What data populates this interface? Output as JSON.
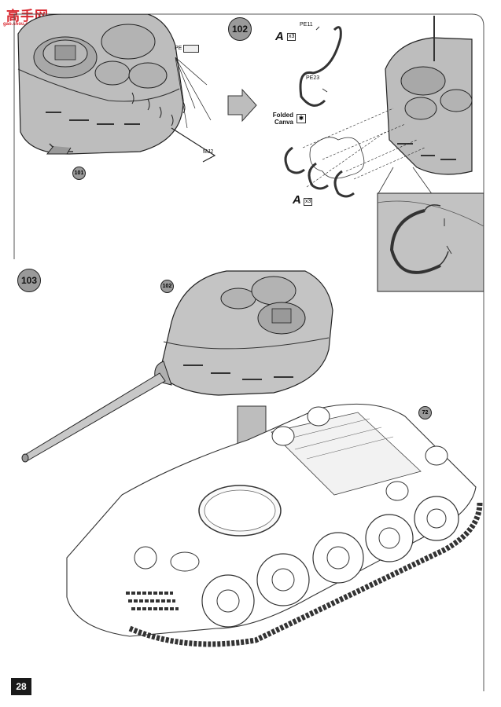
{
  "page": {
    "number": "28"
  },
  "logo": {
    "main": "高手网",
    "sub": "gao.shou.com"
  },
  "steps": [
    {
      "id": "step-102",
      "number": "102"
    },
    {
      "id": "step-103",
      "number": "103"
    }
  ],
  "step101": {
    "ref_part": "101",
    "labels": {
      "pe": "PE",
      "mj": "MJ2"
    }
  },
  "step102": {
    "labels": {
      "pe11": "PE11",
      "pe23": "PE23",
      "folded": "Folded",
      "canva": "Canva",
      "sprue_a_top": "A",
      "qty_top": "x3",
      "sprue_a_bottom": "A",
      "qty_bottom": "x3"
    }
  },
  "step103": {
    "ref_turret": "102",
    "ref_hull": "72"
  }
}
